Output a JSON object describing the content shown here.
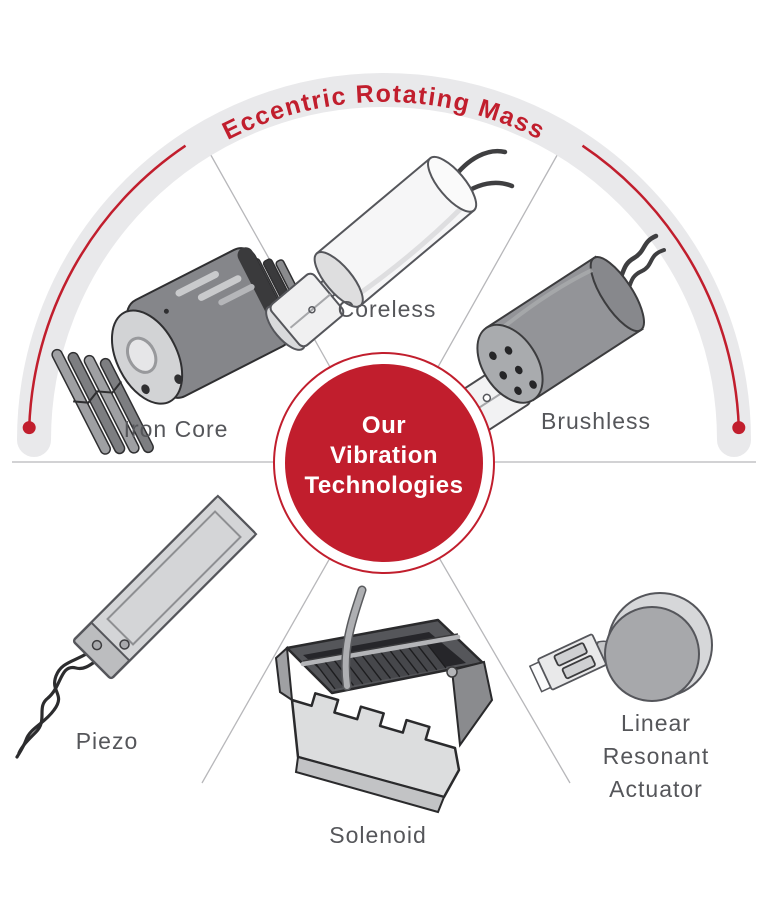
{
  "arc": {
    "label": "Eccentric Rotating Mass"
  },
  "center": {
    "line1": "Our",
    "line2": "Vibration",
    "line3": "Technologies"
  },
  "technologies": [
    {
      "id": "iron-core",
      "label": "Iron Core"
    },
    {
      "id": "coreless",
      "label": "Coreless"
    },
    {
      "id": "brushless",
      "label": "Brushless"
    },
    {
      "id": "piezo",
      "label": "Piezo"
    },
    {
      "id": "solenoid",
      "label": "Solenoid"
    },
    {
      "id": "linear-resonant-actuator",
      "label": "Linear Resonant Actuator",
      "lines": [
        "Linear",
        "Resonant",
        "Actuator"
      ]
    }
  ],
  "colors": {
    "accent_red": "#c11e2d",
    "arc_band_gray": "#e9e9eb",
    "divider_gray": "#b7b7ba",
    "label_gray": "#55565a",
    "center_text": "#ffffff"
  }
}
